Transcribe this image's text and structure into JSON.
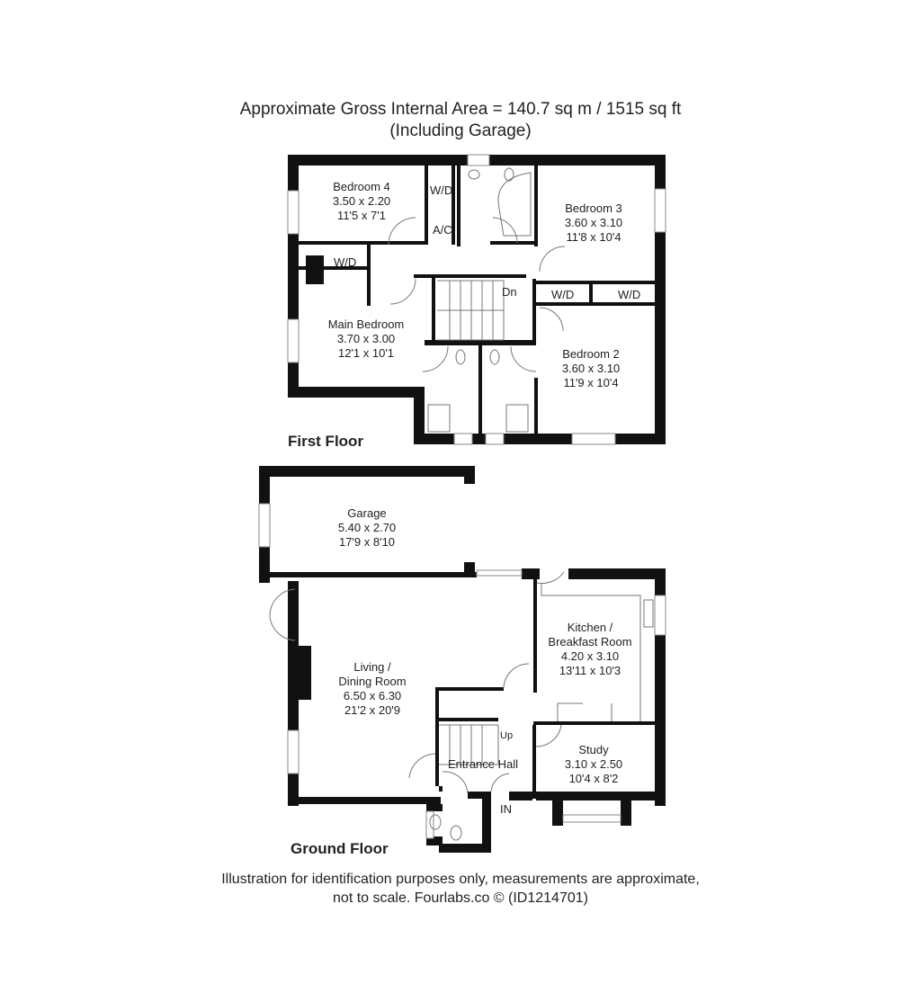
{
  "header": {
    "area_line": "Approximate Gross Internal Area = 140.7 sq m / 1515 sq ft",
    "area_note": "(Including Garage)"
  },
  "first_floor": {
    "label": "First Floor",
    "rooms": [
      {
        "name": "Bedroom 4",
        "metric": "3.50 x 2.20",
        "imperial": "11'5 x 7'1"
      },
      {
        "name": "Bedroom 3",
        "metric": "3.60 x 3.10",
        "imperial": "11'8 x 10'4"
      },
      {
        "name": "Main Bedroom",
        "metric": "3.70 x 3.00",
        "imperial": "12'1 x 10'1"
      },
      {
        "name": "Bedroom 2",
        "metric": "3.60 x 3.10",
        "imperial": "11'9 x 10'4"
      }
    ],
    "small_labels": {
      "wd1": "W/D",
      "wd2": "W/D",
      "wd3": "W/D",
      "wd4": "W/D",
      "ac": "A/C",
      "dn": "Dn"
    }
  },
  "ground_floor": {
    "label": "Ground Floor",
    "rooms": [
      {
        "name": "Garage",
        "metric": "5.40 x 2.70",
        "imperial": "17'9 x 8'10"
      },
      {
        "name": "Living /",
        "name2": "Dining Room",
        "metric": "6.50 x 6.30",
        "imperial": "21'2 x 20'9"
      },
      {
        "name": "Kitchen /",
        "name2": "Breakfast Room",
        "metric": "4.20 x 3.10",
        "imperial": "13'11 x 10'3"
      },
      {
        "name": "Study",
        "metric": "3.10 x 2.50",
        "imperial": "10'4 x 8'2"
      },
      {
        "name": "Entrance Hall"
      }
    ],
    "small_labels": {
      "up": "Up",
      "in": "IN"
    }
  },
  "footer": {
    "line1": "Illustration for identification purposes only, measurements are approximate,",
    "line2": "not to scale. Fourlabs.co © (ID1214701)"
  }
}
